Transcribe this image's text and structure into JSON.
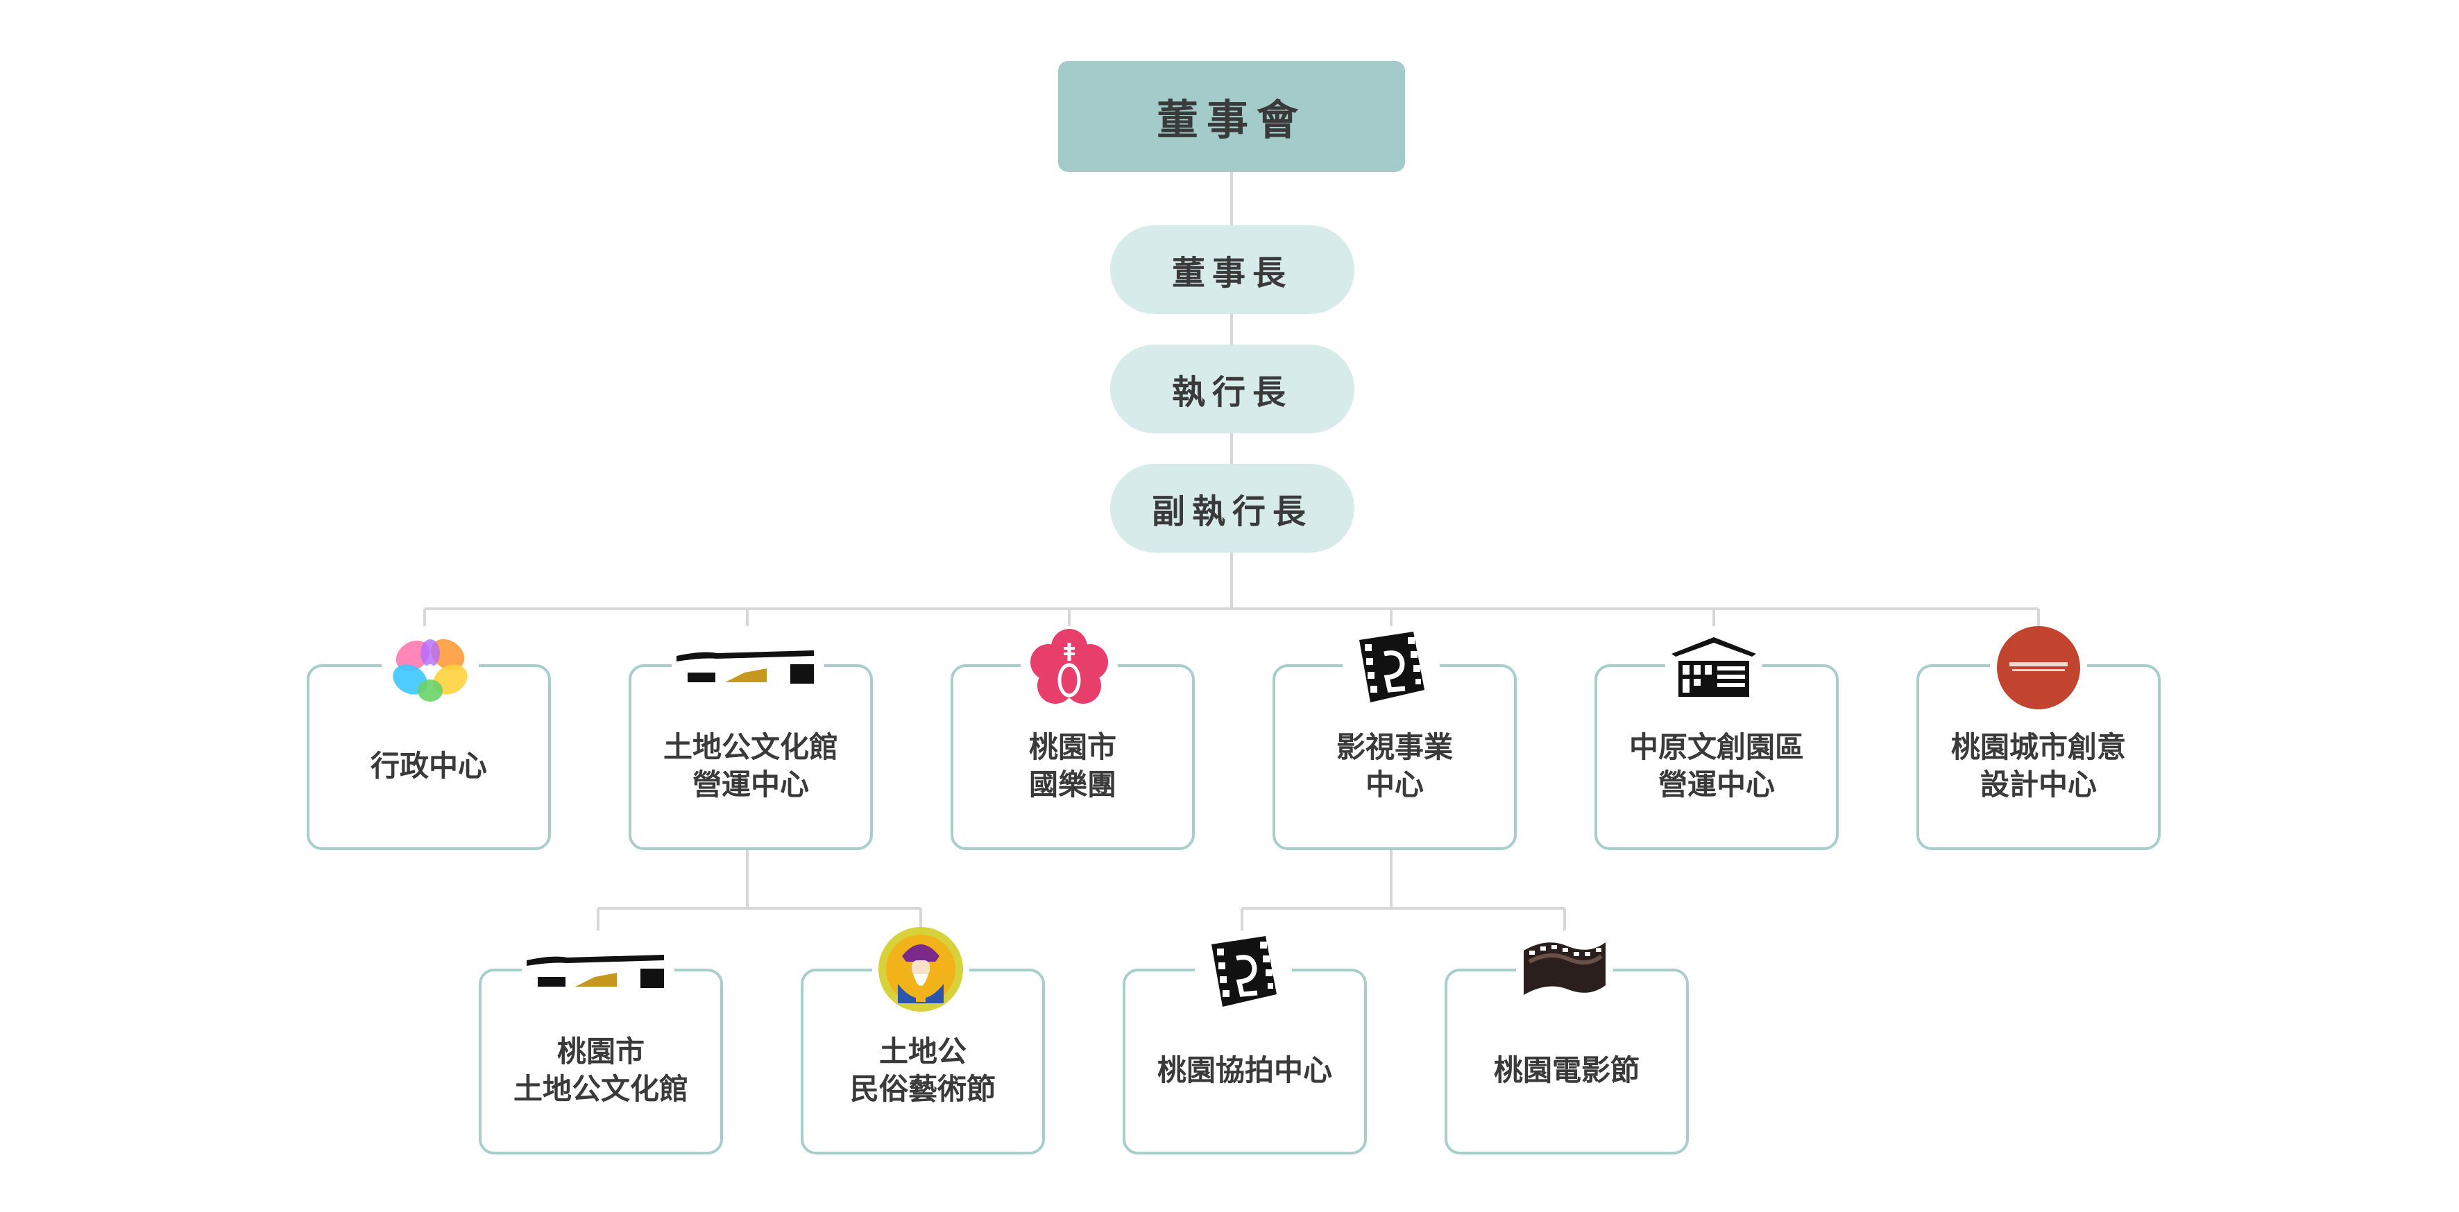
{
  "board": {
    "label": "董事會"
  },
  "executives": {
    "chairman": "董事長",
    "ceo": "執行長",
    "deputy_ceo": "副執行長"
  },
  "centers": [
    {
      "lines": [
        "行政中心"
      ],
      "icon": "flower-logo-icon"
    },
    {
      "lines": [
        "土地公文化館",
        "營運中心"
      ],
      "icon": "temple-roof-logo-icon"
    },
    {
      "lines": [
        "桃園市",
        "國樂團"
      ],
      "icon": "orchestra-plum-pipa-logo-icon"
    },
    {
      "lines": [
        "影視事業",
        "中心"
      ],
      "icon": "film-reel-logo-icon"
    },
    {
      "lines": [
        "中原文創園區",
        "營運中心"
      ],
      "icon": "warehouse-logo-icon"
    },
    {
      "lines": [
        "桃園城市創意",
        "設計中心"
      ],
      "icon": "red-circle-seal-logo-icon"
    }
  ],
  "sub_units": [
    {
      "lines": [
        "桃園市",
        "土地公文化館"
      ],
      "icon": "temple-roof-logo-icon"
    },
    {
      "lines": [
        "土地公",
        "民俗藝術節"
      ],
      "icon": "tudigong-deity-logo-icon"
    },
    {
      "lines": [
        "桃園協拍中心"
      ],
      "icon": "film-reel-logo-icon"
    },
    {
      "lines": [
        "桃園電影節"
      ],
      "icon": "film-strip-logo-icon"
    }
  ],
  "colors": {
    "board_fill": "#a3cbc9",
    "pill_fill": "#d6ebea",
    "box_border": "#a8cecb",
    "connector": "#d7d7d7",
    "text": "#3a3a3a",
    "seal_red": "#c2432e",
    "orchestra_pink": "#e83e6b",
    "temple_gold": "#c7981f"
  }
}
